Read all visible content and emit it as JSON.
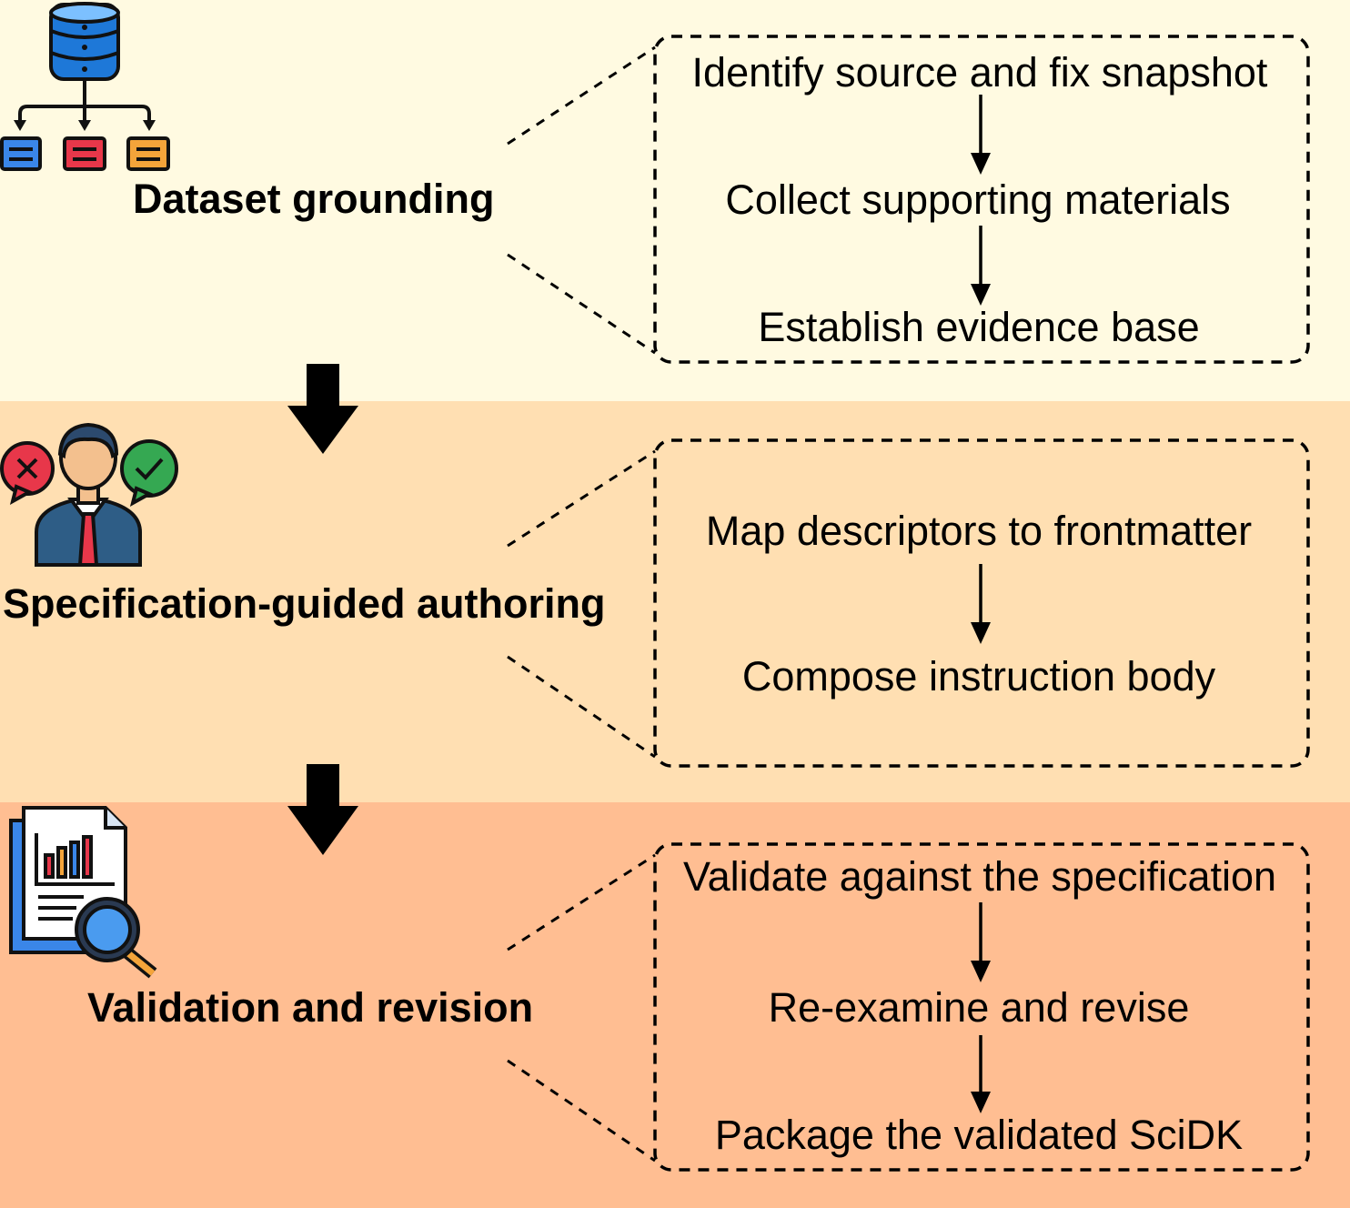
{
  "stages": [
    {
      "title": "Dataset grounding",
      "icon": "database-hierarchy-icon",
      "color": "#fffae1",
      "steps": [
        "Identify source and fix snapshot",
        "Collect supporting materials",
        "Establish evidence base"
      ]
    },
    {
      "title": "Specification-guided authoring",
      "icon": "person-decision-icon",
      "color": "#ffdfb2",
      "steps": [
        "Map descriptors to frontmatter",
        "Compose instruction body"
      ]
    },
    {
      "title": "Validation and revision",
      "icon": "report-magnifier-icon",
      "color": "#ffbe92",
      "steps": [
        "Validate against the specification",
        "Re-examine and revise",
        "Package the validated SciDK"
      ]
    }
  ]
}
